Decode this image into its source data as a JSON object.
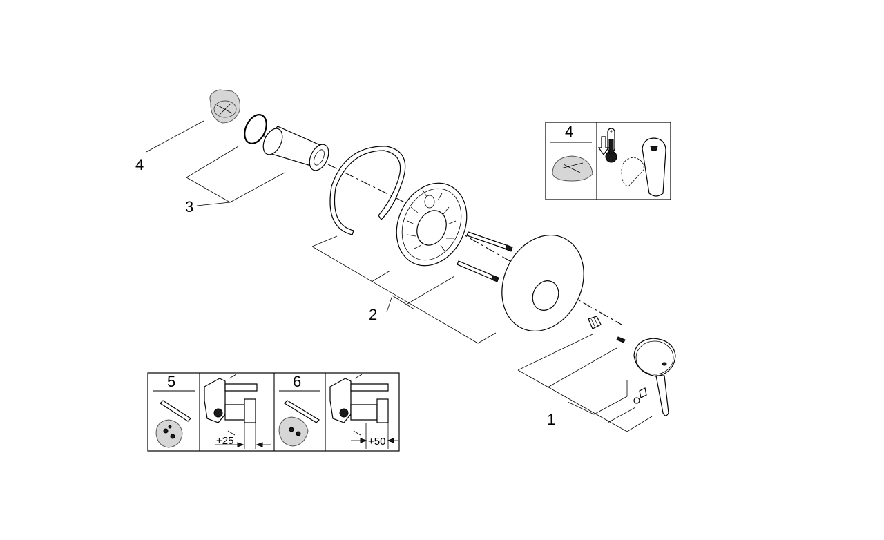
{
  "callouts": {
    "part_1": "1",
    "part_2": "2",
    "part_3": "3",
    "part_4": "4"
  },
  "inset_4": {
    "number": "4"
  },
  "inset_5": {
    "number": "5",
    "dimension": "+25"
  },
  "inset_6": {
    "number": "6",
    "dimension": "+50"
  }
}
